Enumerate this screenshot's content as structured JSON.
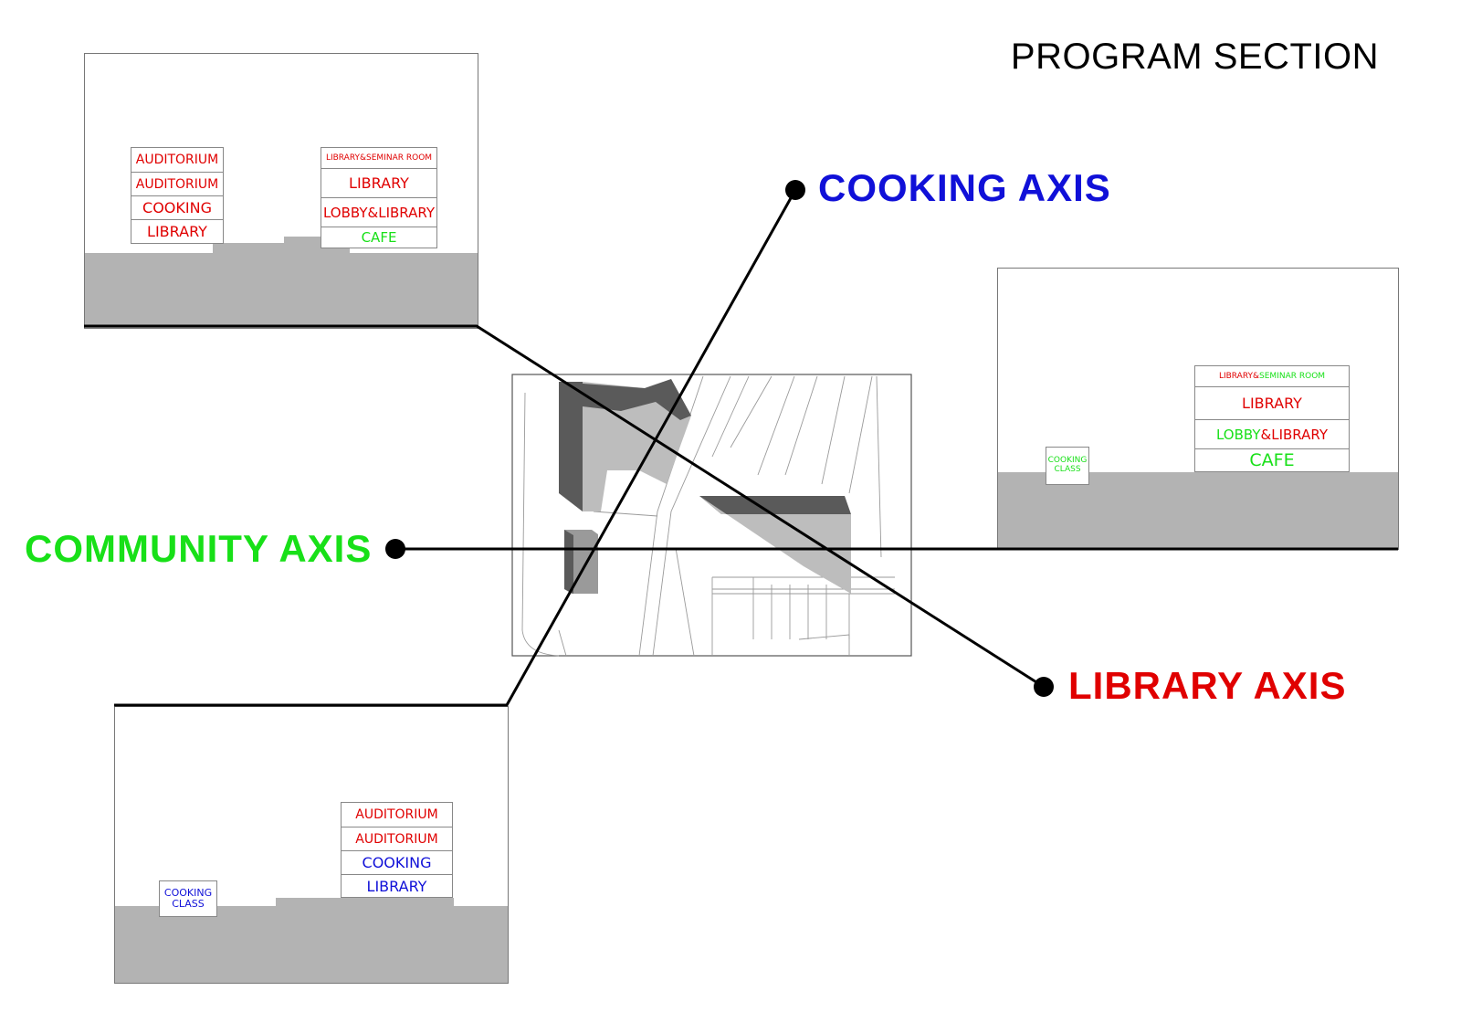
{
  "title": "PROGRAM SECTION",
  "colors": {
    "library": "#e00000",
    "community": "#18e018",
    "cooking": "#1010d8",
    "ground": "#b3b3b3",
    "building_dark": "#5a5a5a",
    "building_light": "#bdbdbd"
  },
  "axes": {
    "cooking": "COOKING AXIS",
    "community": "COMMUNITY AXIS",
    "library": "LIBRARY AXIS"
  },
  "panel_library": {
    "left_stack": [
      "AUDITORIUM",
      "AUDITORIUM",
      "COOKING",
      "LIBRARY"
    ],
    "right_stack": [
      "LIBRARY&SEMINAR ROOM",
      "LIBRARY",
      "LOBBY&LIBRARY",
      "CAFE"
    ]
  },
  "panel_community": {
    "small_box": [
      "COOKING",
      "CLASS"
    ],
    "stack": {
      "top_a": "LIBRARY&",
      "top_b": "SEMINAR ROOM",
      "library": "LIBRARY",
      "lobby_a": "LOBBY",
      "lobby_b": "&LIBRARY",
      "cafe": "CAFE"
    }
  },
  "panel_cooking": {
    "small_box": [
      "COOKING",
      "CLASS"
    ],
    "stack": [
      "AUDITORIUM",
      "AUDITORIUM",
      "COOKING",
      "LIBRARY"
    ]
  }
}
